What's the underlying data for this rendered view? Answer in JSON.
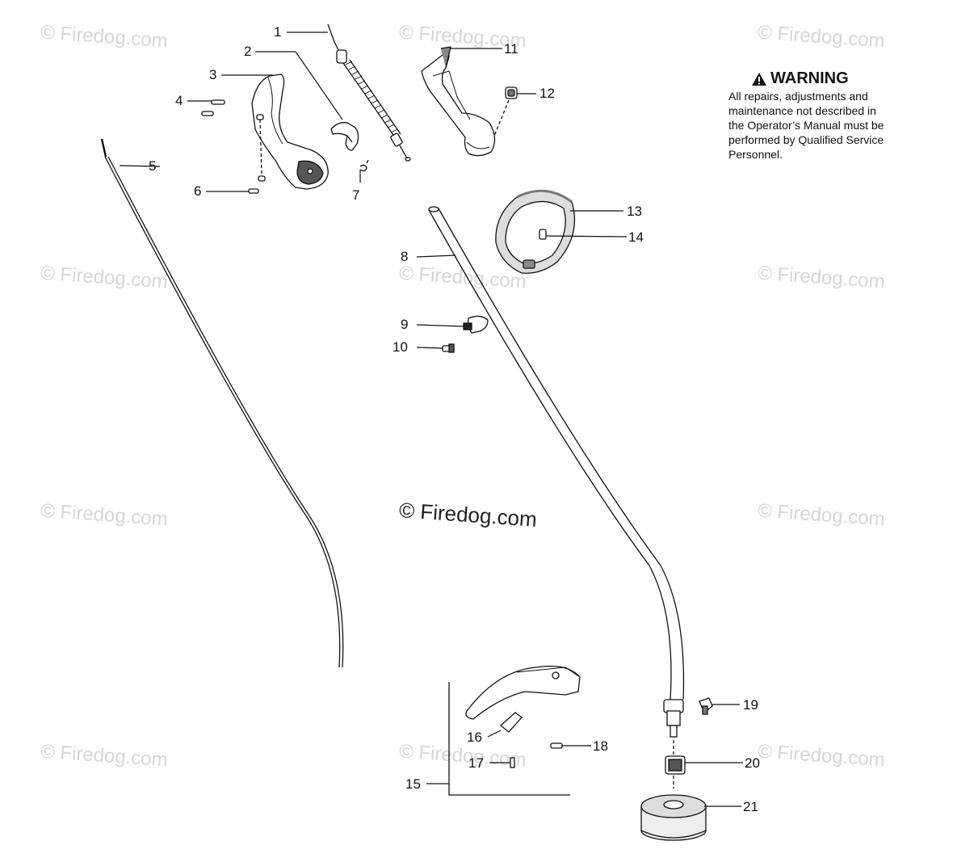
{
  "watermark": {
    "text": "© Firedog.com",
    "center_text": "© Firedog.com"
  },
  "warning": {
    "title": "WARNING",
    "body_lines": [
      "All repairs, adjustments and",
      "maintenance not described in",
      "the Operator’s Manual must be",
      "performed by Qualified Service",
      "Personnel."
    ]
  },
  "callouts": {
    "c1": "1",
    "c2": "2",
    "c3": "3",
    "c4": "4",
    "c5": "5",
    "c6": "6",
    "c7": "7",
    "c8": "8",
    "c9": "9",
    "c10": "10",
    "c11": "11",
    "c12": "12",
    "c13": "13",
    "c14": "14",
    "c15": "15",
    "c16": "16",
    "c17": "17",
    "c18": "18",
    "c19": "19",
    "c20": "20",
    "c21": "21"
  }
}
